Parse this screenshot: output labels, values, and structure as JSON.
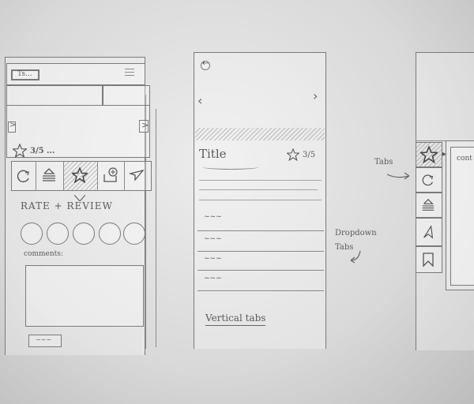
{
  "phone1": {
    "rating_text": "3/5 ...",
    "section_title": "RATE + REVIEW",
    "comments_label": "comments:",
    "submit_label": "~~~",
    "logo_text": "Ts..."
  },
  "phone2": {
    "title": "Title",
    "rating_text": "3/5",
    "rows": [
      "~~~",
      "~~~",
      "~~~",
      "~~~"
    ],
    "footer_label": "Vertical tabs"
  },
  "annotations": {
    "dropdown_note_line1": "Dropdown",
    "dropdown_note_line2": "Tabs",
    "tabs_note": "Tabs",
    "content_label": "cont"
  },
  "icons": {
    "phone1_tabs": [
      "refresh-icon",
      "layers-icon",
      "star-icon",
      "share-icon",
      "send-icon"
    ],
    "phone3_tabs": [
      "star-icon",
      "refresh-icon",
      "layers-icon",
      "navigation-icon",
      "bookmark-icon"
    ],
    "rate_circles": 5
  }
}
